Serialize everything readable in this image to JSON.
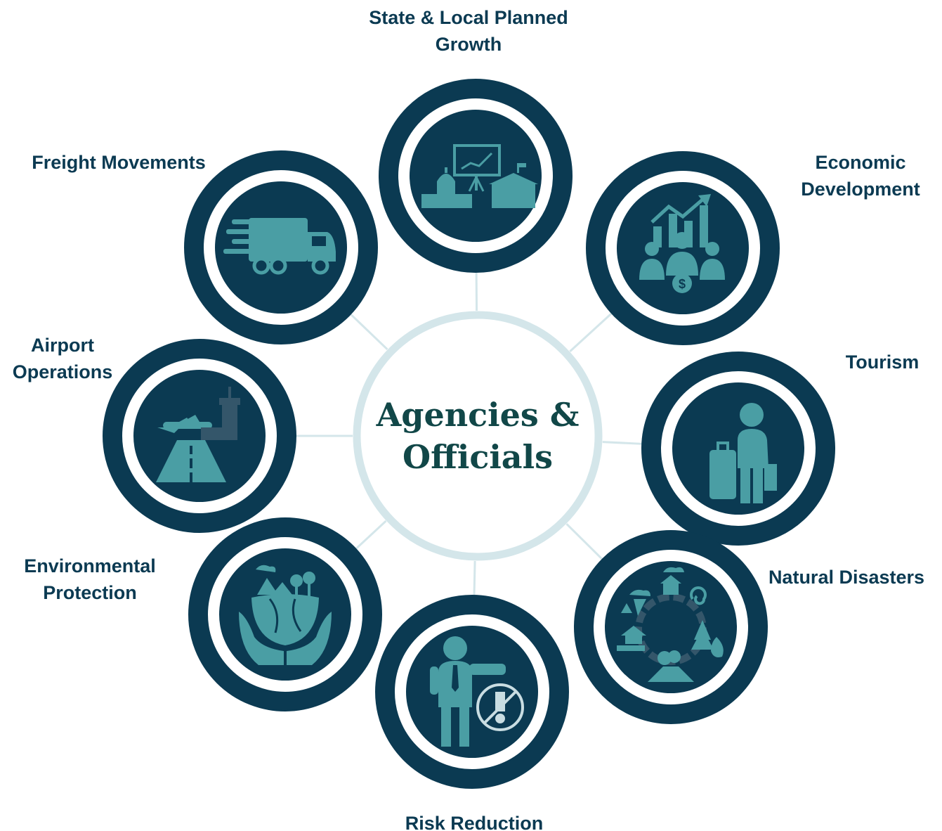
{
  "center": {
    "line1": "Agencies &",
    "line2": "Officials"
  },
  "nodes": [
    {
      "id": "state-local",
      "icon": "government-growth-icon",
      "line1": "State & Local Planned",
      "line2": "Growth"
    },
    {
      "id": "economic",
      "icon": "economic-growth-icon",
      "line1": "Economic",
      "line2": "Development"
    },
    {
      "id": "tourism",
      "icon": "tourist-luggage-icon",
      "line1": "Tourism",
      "line2": ""
    },
    {
      "id": "natural-disasters",
      "icon": "disaster-cycle-icon",
      "line1": "Natural Disasters",
      "line2": ""
    },
    {
      "id": "risk-reduction",
      "icon": "risk-warning-person-icon",
      "line1": "Risk Reduction",
      "line2": ""
    },
    {
      "id": "environmental",
      "icon": "earth-in-hands-icon",
      "line1": "Environmental",
      "line2": "Protection"
    },
    {
      "id": "airport",
      "icon": "airport-runway-icon",
      "line1": "Airport",
      "line2": "Operations"
    },
    {
      "id": "freight",
      "icon": "freight-truck-icon",
      "line1": "Freight Movements",
      "line2": ""
    }
  ],
  "colors": {
    "ring_dark": "#0b3a52",
    "icon_fill": "#4a9ea4",
    "hub_ring": "#d4e6ea",
    "connector": "#d4e6ea",
    "label": "#0b3a52",
    "center_text": "#114748"
  }
}
